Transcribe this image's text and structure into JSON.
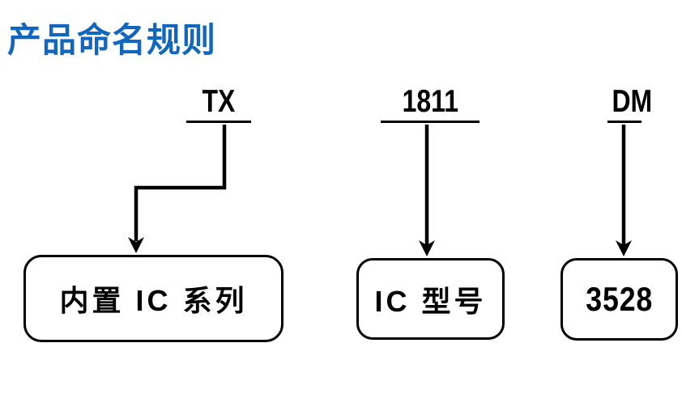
{
  "colors": {
    "title_blue": "#1266BE",
    "line_black": "#000000",
    "background": "#ffffff"
  },
  "title": "产品命名规则",
  "diagram": {
    "columns": [
      {
        "code": "TX",
        "meaning": "内置 IC 系列"
      },
      {
        "code": "1811",
        "meaning": "IC 型号"
      },
      {
        "code": "DM",
        "meaning": "3528"
      }
    ]
  }
}
